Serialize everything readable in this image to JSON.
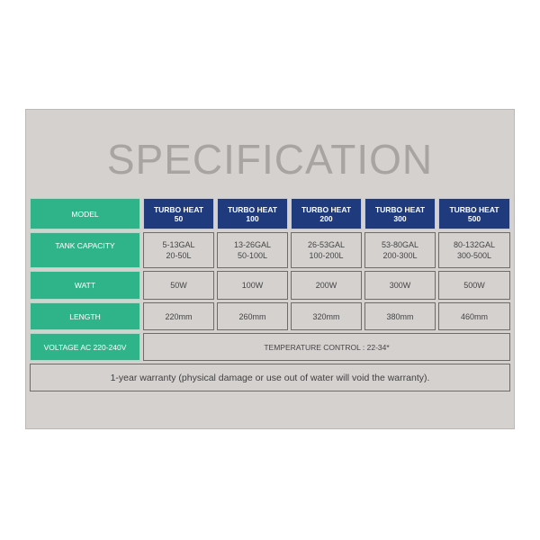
{
  "title": "SPECIFICATION",
  "header": {
    "label": "MODEL",
    "models": [
      {
        "line1": "TURBO HEAT",
        "line2": "50"
      },
      {
        "line1": "TURBO HEAT",
        "line2": "100"
      },
      {
        "line1": "TURBO HEAT",
        "line2": "200"
      },
      {
        "line1": "TURBO HEAT",
        "line2": "300"
      },
      {
        "line1": "TURBO HEAT",
        "line2": "500"
      }
    ]
  },
  "rows": {
    "tank_capacity": {
      "label": "TANK CAPACITY",
      "values": [
        {
          "gal": "5-13GAL",
          "l": "20-50L"
        },
        {
          "gal": "13-26GAL",
          "l": "50-100L"
        },
        {
          "gal": "26-53GAL",
          "l": "100-200L"
        },
        {
          "gal": "53-80GAL",
          "l": "200-300L"
        },
        {
          "gal": "80-132GAL",
          "l": "300-500L"
        }
      ]
    },
    "watt": {
      "label": "WATT",
      "values": [
        "50W",
        "100W",
        "200W",
        "300W",
        "500W"
      ]
    },
    "length": {
      "label": "LENGTH",
      "values": [
        "220mm",
        "260mm",
        "320mm",
        "380mm",
        "460mm"
      ]
    },
    "voltage": {
      "label": "VOLTAGE AC 220-240V",
      "temperature": "TEMPERATURE CONTROL : 22-34*"
    }
  },
  "warranty": "1-year warranty (physical damage or use out of water will void the warranty).",
  "colors": {
    "card_bg": "#d4d1cf",
    "label_green": "#2fb48a",
    "header_blue": "#1f3b7e",
    "title_gray": "#a8a4a1"
  }
}
